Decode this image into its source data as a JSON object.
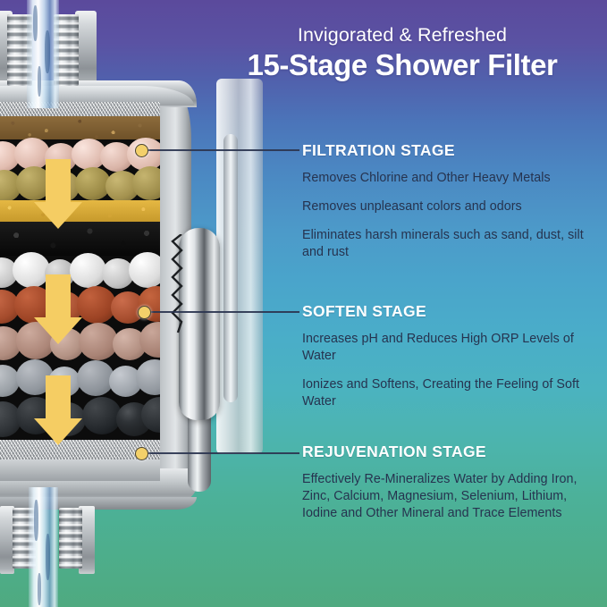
{
  "title": {
    "kicker": "Invigorated & Refreshed",
    "headline": "15-Stage Shower Filter"
  },
  "colors": {
    "background_top": "#5b4a9c",
    "background_mid": "#4aa4cb",
    "background_bottom": "#4faa80",
    "heading_text": "#ffffff",
    "body_text": "#26334f",
    "callout_dot": "#f3d06a",
    "arrow": "#f5cd63",
    "leader_line": "#2b3550"
  },
  "stages": [
    {
      "id": "filtration",
      "title": "FILTRATION STAGE",
      "paragraphs": [
        "Removes Chlorine and Other Heavy Metals",
        "Removes unpleasant colors and odors",
        "Eliminates harsh minerals such as sand, dust, silt and rust"
      ]
    },
    {
      "id": "soften",
      "title": "SOFTEN STAGE",
      "paragraphs": [
        "Increases pH and Reduces High ORP Levels of Water",
        "Ionizes and Softens, Creating the Feeling of Soft Water"
      ]
    },
    {
      "id": "rejuvenation",
      "title": "REJUVENATION STAGE",
      "paragraphs": [
        "Effectively Re-Mineralizes Water by Adding Iron, Zinc, Calcium, Magnesium, Selenium, Lithium, Iodine and Other Mineral and Trace Elements"
      ]
    }
  ],
  "illustration": {
    "name": "shower-filter-cutaway",
    "description": "Cross-section of a cylindrical 15-stage shower filter cartridge with chrome housing, threaded inlet at top, threaded outlet at bottom, water stream flowing through, stacked media layers and downward flow arrows.",
    "water_stream": "water-stream",
    "flow_arrows": 3,
    "callout_markers": 3,
    "media_layers": [
      "top mesh screen",
      "brown granular grit",
      "pink ceramic balls",
      "olive mineral balls",
      "gold granular grit",
      "activated carbon",
      "grey and white ceramic balls",
      "red clay mineral balls",
      "rose tourmaline balls",
      "grey stone balls",
      "dark carbon stones",
      "bottom mesh screen"
    ]
  }
}
